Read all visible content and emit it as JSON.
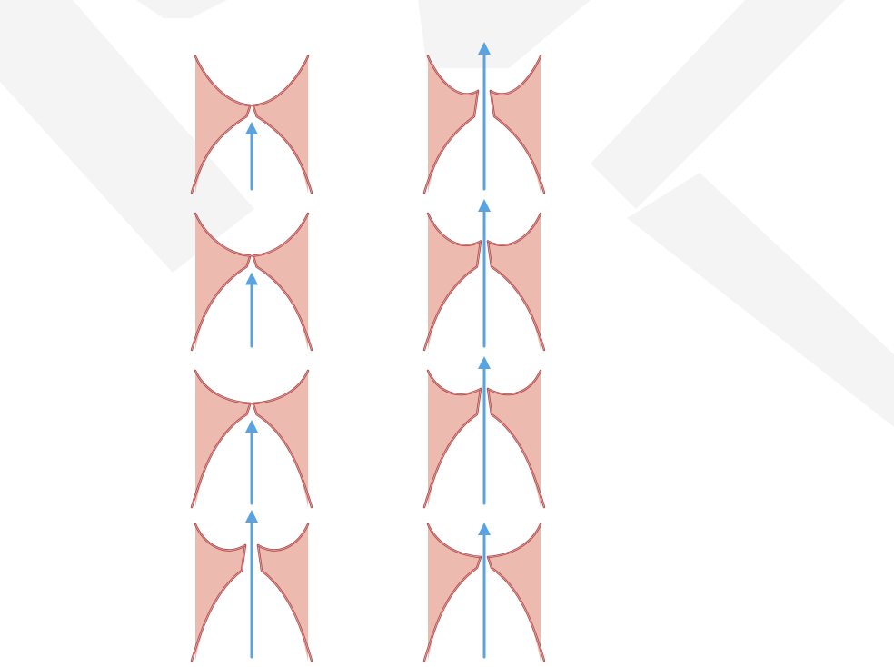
{
  "diagram": {
    "panels": [
      {
        "column": "left",
        "row": 1,
        "valve_state": "closed",
        "flow": "blocked"
      },
      {
        "column": "left",
        "row": 2,
        "valve_state": "closed",
        "flow": "blocked"
      },
      {
        "column": "left",
        "row": 3,
        "valve_state": "closed",
        "flow": "blocked"
      },
      {
        "column": "left",
        "row": 4,
        "valve_state": "open",
        "flow": "through"
      },
      {
        "column": "right",
        "row": 1,
        "valve_state": "open",
        "flow": "through"
      },
      {
        "column": "right",
        "row": 2,
        "valve_state": "partially-open",
        "flow": "through"
      },
      {
        "column": "right",
        "row": 3,
        "valve_state": "partially-open",
        "flow": "through"
      },
      {
        "column": "right",
        "row": 4,
        "valve_state": "closing",
        "flow": "partial"
      }
    ],
    "colors": {
      "tissue": "#edbab0",
      "valve_edge": "#b13e3e",
      "flow_arrow": "#5aa2e0",
      "watermark": "#f4f4f4"
    }
  }
}
